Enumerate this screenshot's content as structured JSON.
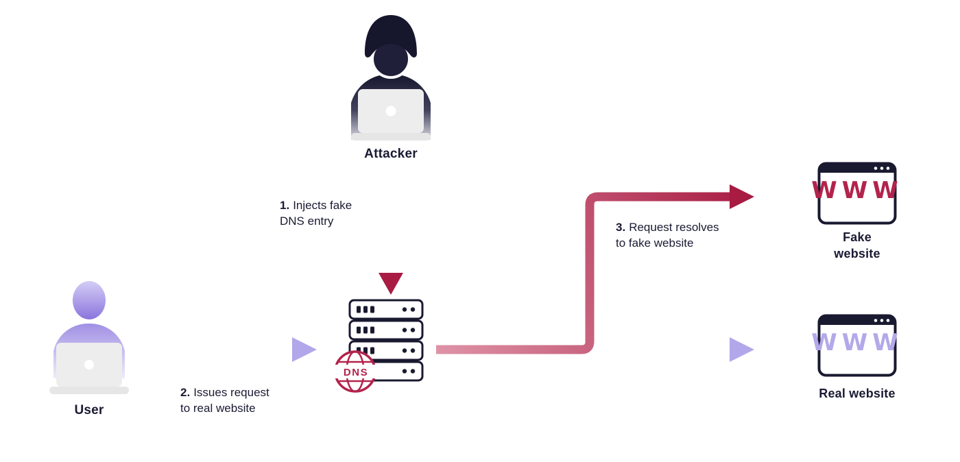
{
  "nodes": {
    "attacker": {
      "label": "Attacker"
    },
    "user": {
      "label": "User"
    },
    "dns": {
      "badge": "DNS"
    },
    "fake_site": {
      "www": "WWW",
      "label_line1": "Fake",
      "label_line2": "website"
    },
    "real_site": {
      "www": "WWW",
      "label": "Real website"
    }
  },
  "steps": {
    "s1": {
      "num": "1.",
      "line1": "Injects fake",
      "line2": "DNS entry"
    },
    "s2": {
      "num": "2.",
      "line1": "Issues request",
      "line2": "to real website"
    },
    "s3": {
      "num": "3.",
      "line1": "Request resolves",
      "line2": "to fake website"
    }
  },
  "palette": {
    "navy": "#1a1a33",
    "crimson": "#b2234c",
    "lavender": "#b3a9e9",
    "lavender-light": "#e3def8",
    "pink-light": "#e0a4b2",
    "laptop-gray": "#ededed"
  }
}
